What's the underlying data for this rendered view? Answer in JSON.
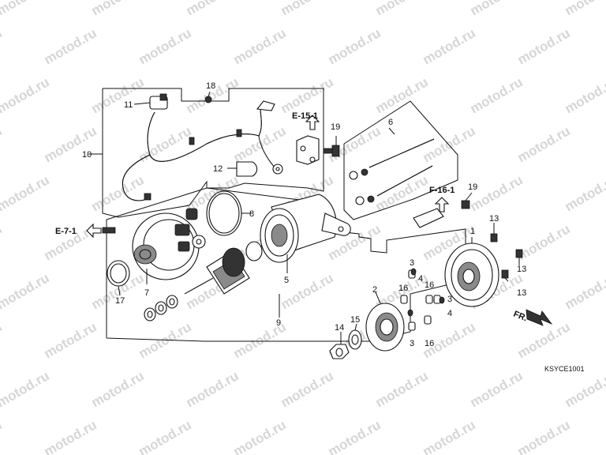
{
  "watermark": "motod.ru",
  "diagram_code": "KSYCE1001",
  "refs": {
    "e15": "E-15-1",
    "f16": "F-16-1",
    "e7": "E-7-1",
    "fr": "FR."
  },
  "parts": {
    "p1": "1",
    "p2": "2",
    "p3a": "3",
    "p3b": "3",
    "p3c": "3",
    "p4a": "4",
    "p4b": "4",
    "p5": "5",
    "p6": "6",
    "p7": "7",
    "p8": "8",
    "p9": "9",
    "p10": "10",
    "p11": "11",
    "p12": "12",
    "p13a": "13",
    "p13b": "13",
    "p13c": "13",
    "p14": "14",
    "p15": "15",
    "p16a": "16",
    "p16b": "16",
    "p16c": "16",
    "p17": "17",
    "p18": "18",
    "p19a": "19",
    "p19b": "19"
  }
}
